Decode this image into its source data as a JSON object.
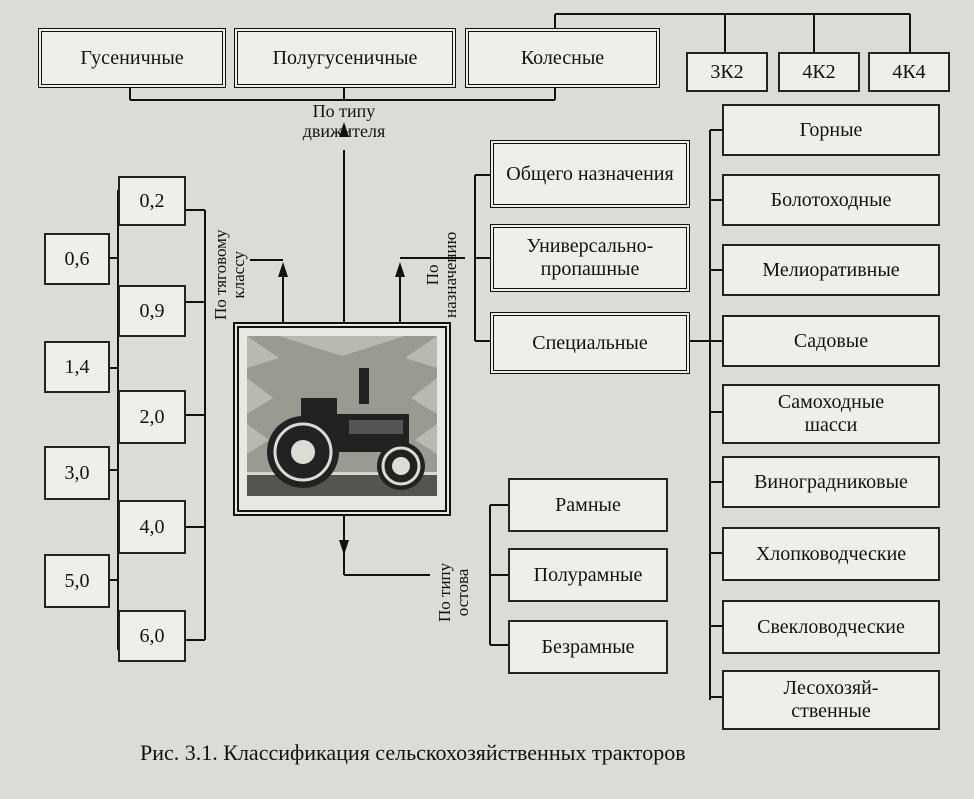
{
  "propulsion": {
    "label_line1": "По типу",
    "label_line2": "движителя",
    "tracked": "Гусеничные",
    "half_tracked": "Полугусеничные",
    "wheeled": "Колесные",
    "wheel_formulas": [
      "3К2",
      "4К2",
      "4К4"
    ]
  },
  "traction_class": {
    "label_line1": "По тяговому",
    "label_line2": "классу",
    "values": [
      "0,2",
      "0,6",
      "0,9",
      "1,4",
      "2,0",
      "3,0",
      "4,0",
      "5,0",
      "6,0"
    ]
  },
  "purpose": {
    "label_line1": "По",
    "label_line2": "назначению",
    "general": "Общего назначения",
    "universal": "Универсально-пропашные",
    "special": "Специальные",
    "special_types": [
      "Горные",
      "Болотоходные",
      "Мелиоративные",
      "Садовые",
      "Самоходные шасси",
      "Виноградниковые",
      "Хлопководческие",
      "Свекловодческие",
      "Лесохозяй-ственные"
    ]
  },
  "frame": {
    "label_line1": "По типу",
    "label_line2": "остова",
    "framed": "Рамные",
    "semi_framed": "Полурамные",
    "frameless": "Безрамные"
  },
  "caption": "Рис. 3.1. Классификация сельскохозяйственных тракторов"
}
